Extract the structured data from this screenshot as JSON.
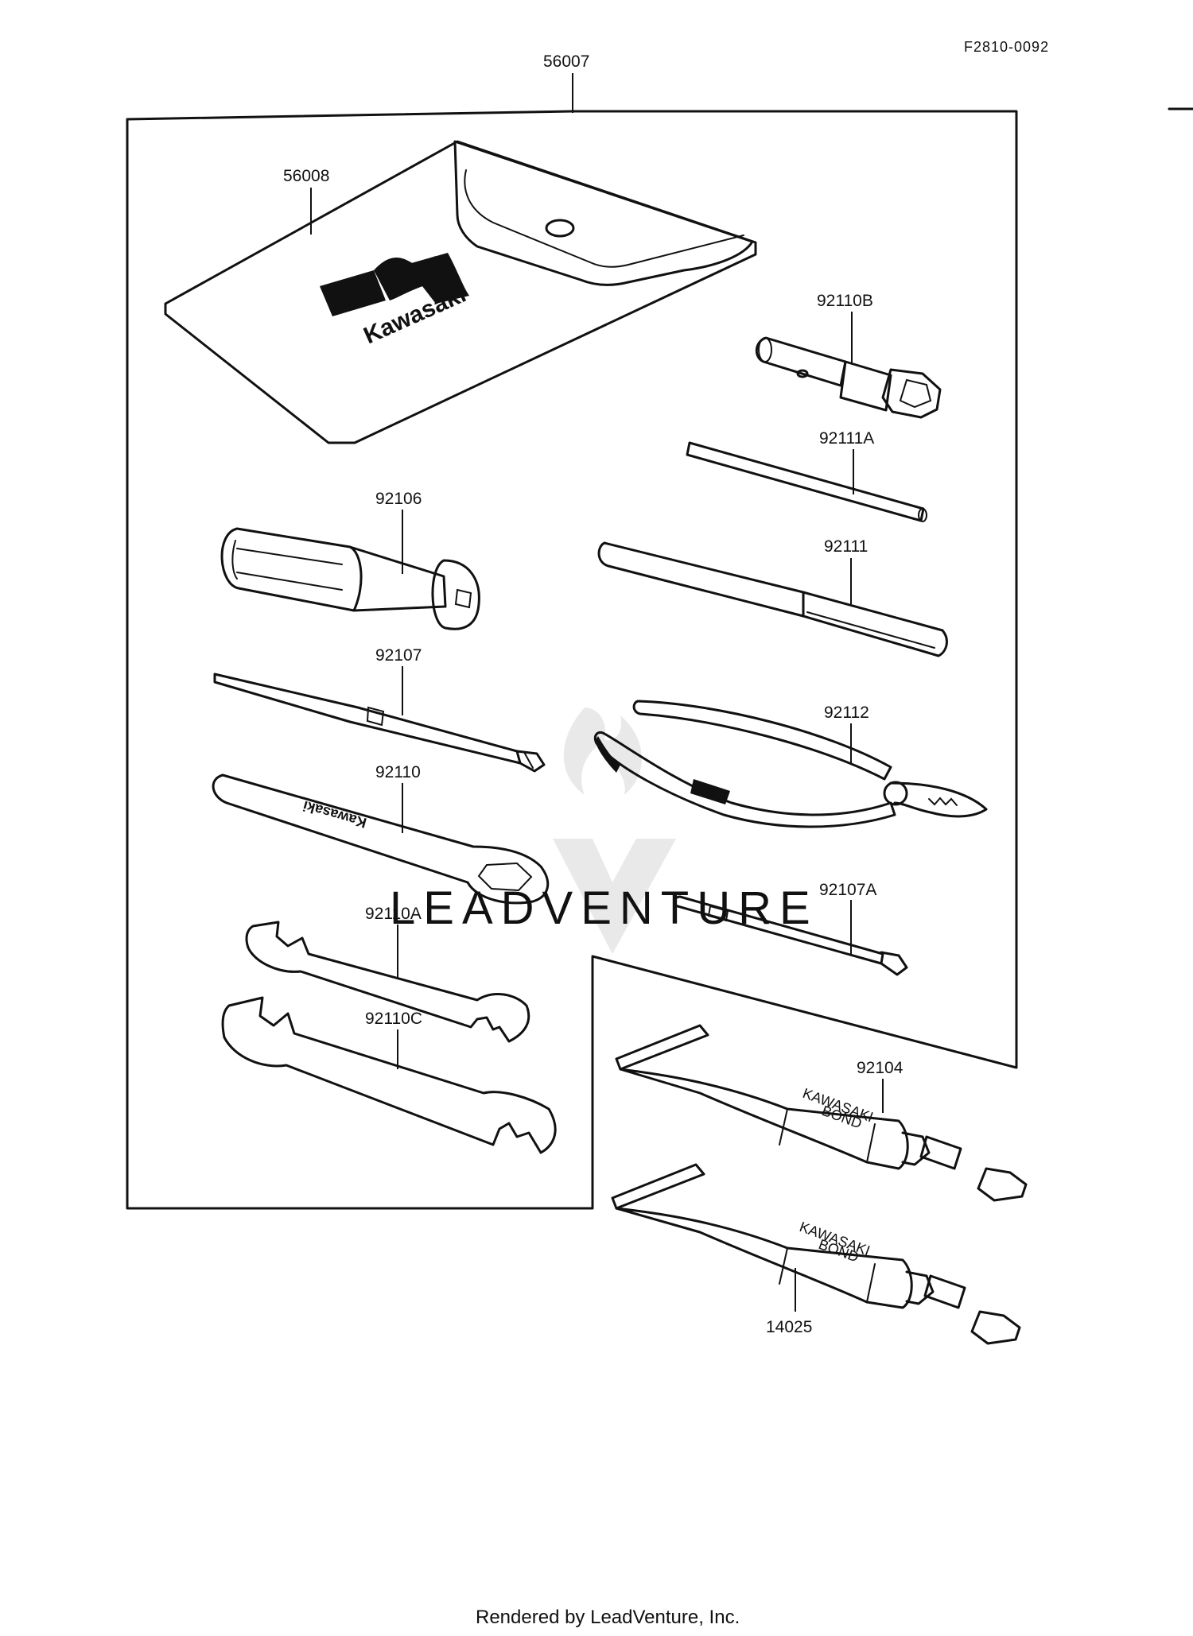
{
  "figure_ref": "F2810-0092",
  "footer": "Rendered by LeadVenture, Inc.",
  "watermark": "LEADVENTURE",
  "tube_print": {
    "line1": "KAWASAKI",
    "line2": "BOND"
  },
  "pouch_brand": "Kawasaki",
  "parts": [
    {
      "id": "56007"
    },
    {
      "id": "56008"
    },
    {
      "id": "92110B"
    },
    {
      "id": "92111A"
    },
    {
      "id": "92106"
    },
    {
      "id": "92111"
    },
    {
      "id": "92107"
    },
    {
      "id": "92112"
    },
    {
      "id": "92110"
    },
    {
      "id": "92107A"
    },
    {
      "id": "92110A"
    },
    {
      "id": "92110C"
    },
    {
      "id": "92104"
    },
    {
      "id": "14025"
    }
  ],
  "icons": [
    "tool-pouch-icon",
    "spark-plug-wrench-icon",
    "tommy-bar-icon",
    "screwdriver-handle-icon",
    "extension-bar-icon",
    "screwdriver-bit-icon",
    "pliers-icon",
    "box-wrench-icon",
    "open-end-wrench-icon",
    "bond-tube-icon",
    "leadventure-logo-watermark"
  ]
}
